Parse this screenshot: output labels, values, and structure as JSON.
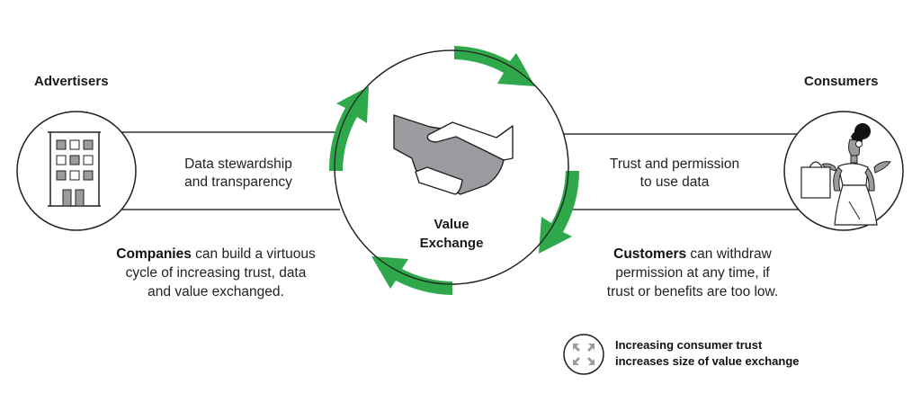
{
  "colors": {
    "accent_green": "#2ea84a",
    "stroke": "#1f1f1f",
    "fill_gray": "#9a9ca0",
    "background": "#ffffff"
  },
  "left": {
    "heading": "Advertisers",
    "icon": "office-building-icon",
    "band_text_line1": "Data stewardship",
    "band_text_line2": "and transparency",
    "desc_bold": "Companies",
    "desc_rest_line1": " can build a virtuous",
    "desc_line2": "cycle of increasing trust, data",
    "desc_line3": "and value exchanged."
  },
  "center": {
    "icon": "handshake-icon",
    "label_line1": "Value",
    "label_line2": "Exchange",
    "cycle_arrows": [
      "arrow-top-right",
      "arrow-right-down",
      "arrow-bottom-left",
      "arrow-left-up"
    ]
  },
  "right": {
    "heading": "Consumers",
    "icon": "shopper-woman-icon",
    "band_text_line1": "Trust and permission",
    "band_text_line2": "to use data",
    "desc_bold": "Customers",
    "desc_rest_line1": " can withdraw",
    "desc_line2": "permission at any time, if",
    "desc_line3": "trust or benefits are too low."
  },
  "legend": {
    "icon": "expand-arrows-icon",
    "line1": "Increasing consumer trust",
    "line2": "increases size of value exchange"
  }
}
